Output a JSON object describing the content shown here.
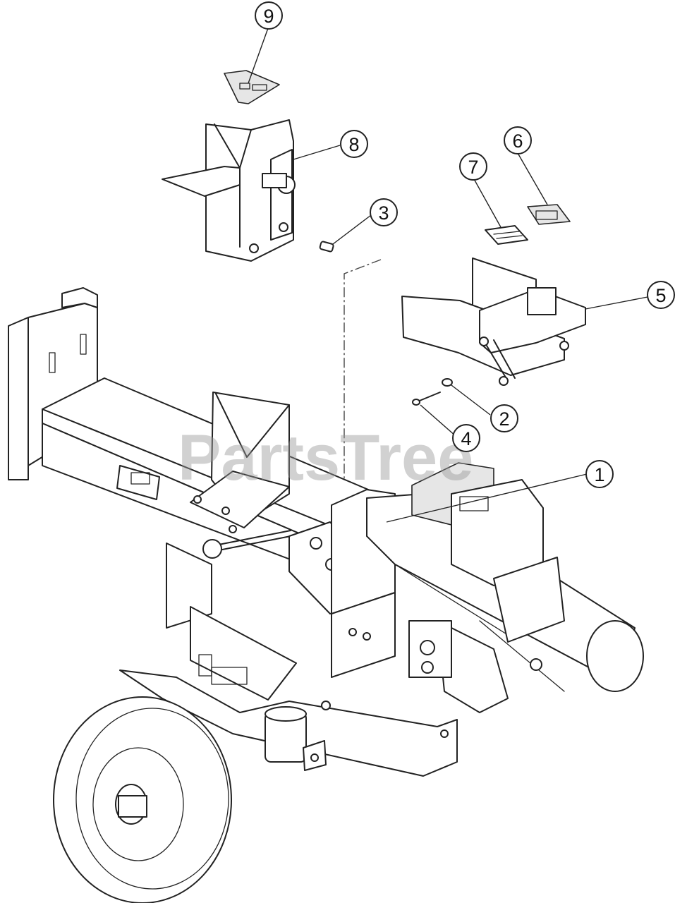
{
  "watermark": "PartsTree",
  "callouts": [
    {
      "label": "1"
    },
    {
      "label": "2"
    },
    {
      "label": "3"
    },
    {
      "label": "4"
    },
    {
      "label": "5"
    },
    {
      "label": "6"
    },
    {
      "label": "7"
    },
    {
      "label": "8"
    },
    {
      "label": "9"
    }
  ]
}
